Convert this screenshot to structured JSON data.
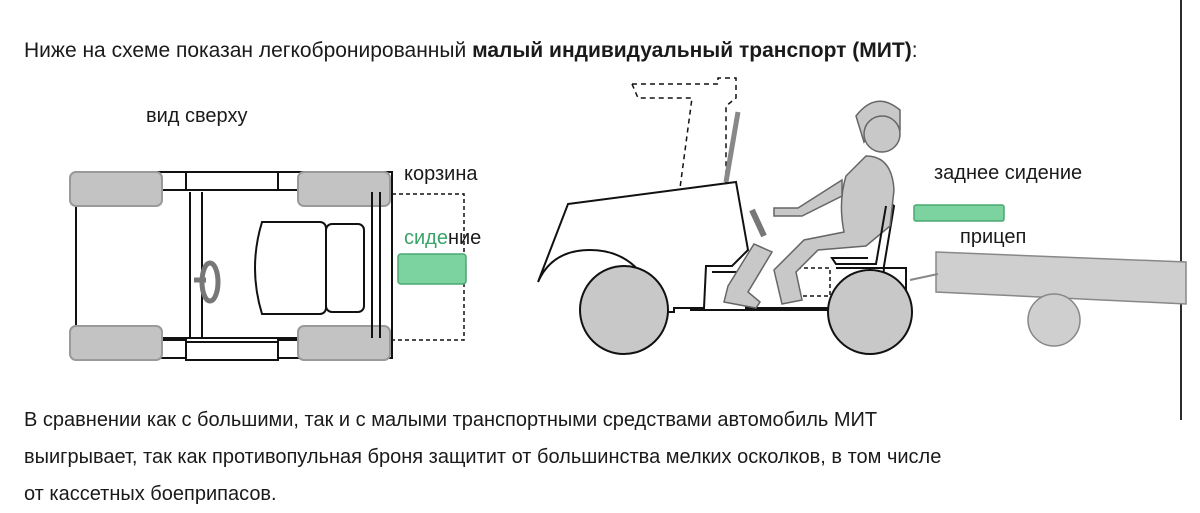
{
  "intro": {
    "lead": "Ниже на схеме показан легкобронированный ",
    "bold": "малый индивидуальный транспорт (МИТ)",
    "tail": ":"
  },
  "diagram": {
    "top_view_title": "вид сверху",
    "basket_label": "корзина",
    "seat_label_prefix": "сиде",
    "seat_label_suffix": "ние",
    "rear_seat_label": "заднее сидение",
    "trailer_label": "прицеп",
    "colors": {
      "seat_highlight": "#7dd3a0",
      "wheel_gray": "#bdbdbd",
      "body_gray": "#c8c8c8",
      "outline": "#111111"
    }
  },
  "body_text": {
    "line1": "В сравнении как с большими, так и с малыми транспортными средствами автомобиль МИТ",
    "line2": "выигрывает, так как противопульная броня защитит от большинства мелких осколков, в том числе",
    "line3": "от кассетных боеприпасов."
  }
}
